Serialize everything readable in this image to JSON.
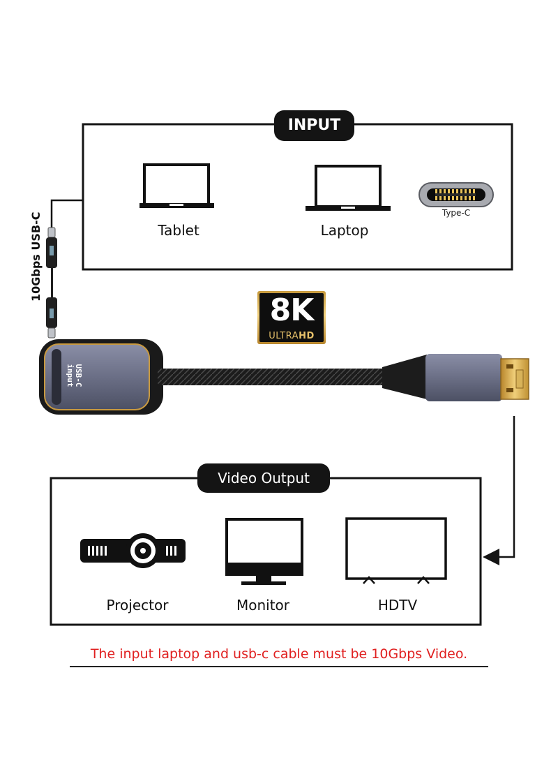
{
  "input": {
    "title": "INPUT",
    "devices": [
      {
        "label": "Tablet",
        "icon": "tablet-icon"
      },
      {
        "label": "Laptop",
        "icon": "laptop-icon"
      },
      {
        "label": "Type-C",
        "icon": "usb-c-port-icon"
      }
    ]
  },
  "cable_label": "10Gbps USB-C",
  "adapter": {
    "port_label": "USB-C input"
  },
  "badge": {
    "resolution": "8K",
    "ultra": "ULTRA",
    "hd": "HD"
  },
  "output": {
    "title": "Video Output",
    "devices": [
      {
        "label": "Projector",
        "icon": "projector-icon"
      },
      {
        "label": "Monitor",
        "icon": "monitor-icon"
      },
      {
        "label": "HDTV",
        "icon": "hdtv-icon"
      }
    ]
  },
  "note": {
    "text": "The input laptop and usb-c cable must be 10Gbps Video.",
    "color": "#e02020"
  },
  "colors": {
    "ink": "#141414",
    "adapter_metal": "#6b6f86",
    "gold": "#d6a949"
  }
}
